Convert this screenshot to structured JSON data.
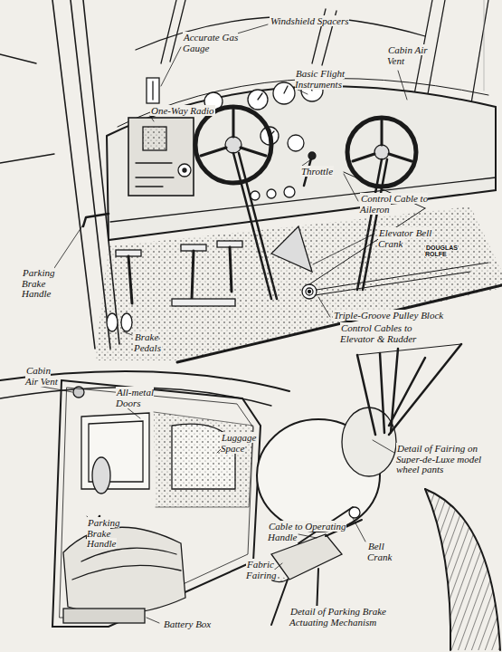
{
  "diagram": {
    "labels": [
      "Accurate Gas Gauge",
      "Windshield Spacers",
      "Cabin Air Vent",
      "Basic Flight Instruments",
      "One-Way Radio",
      "Throttle",
      "Control Cable to Aileron",
      "Elevator Bell Crank",
      "DOUGLAS ROLFE",
      "Parking Brake Handle",
      "Brake Pedals",
      "Triple-Groove Pulley Block",
      "Control Cables to Elevator & Rudder",
      "Cabin Air Vent",
      "All-metal Doors",
      "Luggage Space",
      "Parking Brake Handle",
      "Battery Box",
      "Detail of Fairing on Super-de-Luxe model wheel pants",
      "Cable to Operating Handle",
      "Bell Crank",
      "Fabric Fairing",
      "Detail of Parking Brake Actuating Mechanism"
    ]
  }
}
